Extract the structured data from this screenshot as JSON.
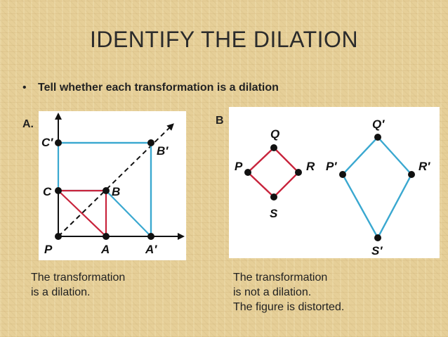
{
  "slide": {
    "title": "IDENTIFY THE DILATION",
    "bullet_marker": "•",
    "bullet": "Tell whether each transformation is a dilation"
  },
  "figure_a": {
    "tag": "A.",
    "points": {
      "C_prime": "C′",
      "B_prime": "B′",
      "C": "C",
      "B": "B",
      "P": "P",
      "A": "A",
      "A_prime": "A′"
    },
    "caption": [
      "The transformation",
      "is a dilation."
    ]
  },
  "figure_b": {
    "tag": "B",
    "points": {
      "Q": "Q",
      "P": "P",
      "R": "R",
      "S": "S",
      "Q_prime": "Q′",
      "P_prime": "P′",
      "R_prime": "R′",
      "S_prime": "S′"
    },
    "caption": [
      "The transformation",
      "is not a dilation.",
      "The figure is distorted."
    ]
  },
  "colors": {
    "original": "#c8243c",
    "image": "#3aa8d0",
    "axes": "#111111",
    "background": "#e6cf98"
  }
}
